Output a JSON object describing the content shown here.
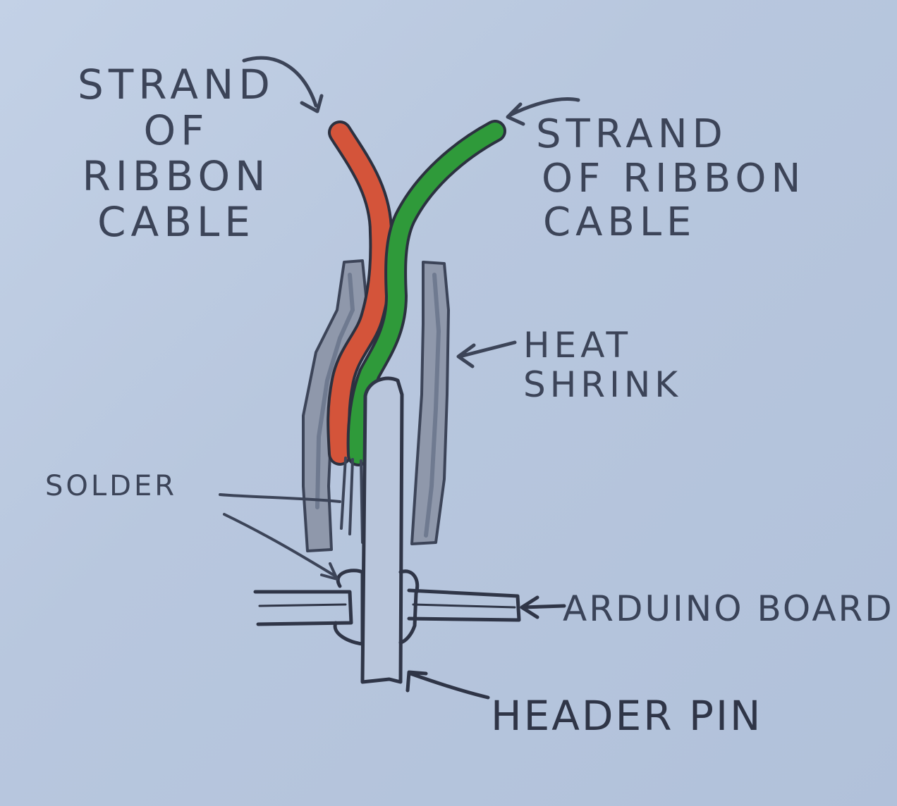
{
  "labels": {
    "strand_left": [
      "STRAND",
      "OF",
      "RIBBON",
      "CABLE"
    ],
    "strand_right": [
      "STRAND",
      "OF RIBBON",
      "CABLE"
    ],
    "heat_shrink": [
      "HEAT",
      "SHRINK"
    ],
    "solder": "SOLDER",
    "arduino_board": "ARDUINO BOARD",
    "header_pin": "HEADER PIN"
  },
  "colors": {
    "paper": "#b9c8df",
    "ink": "#3c4458",
    "red_wire": "#d4543a",
    "green_wire": "#2f9a3a"
  }
}
